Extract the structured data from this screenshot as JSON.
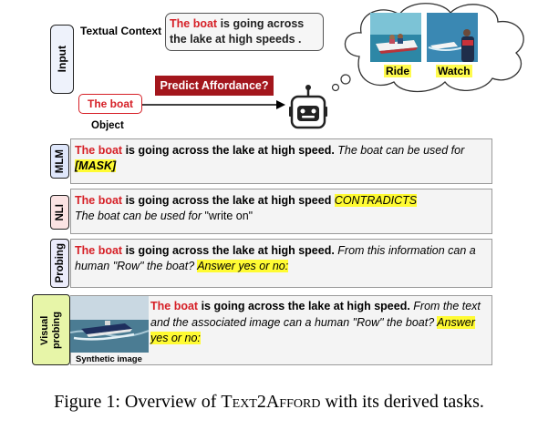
{
  "input": {
    "tag": "Input",
    "textual_context_label": "Textual Context",
    "context_subject": "The boat",
    "context_rest_line1": " is going across",
    "context_line2": "the lake at high speeds .",
    "predict_label": "Predict Affordance?",
    "object_value": "The boat",
    "object_label": "Object"
  },
  "thought": {
    "ride_label": "Ride",
    "watch_label": "Watch"
  },
  "tasks": {
    "mlm": {
      "tag": "MLM",
      "subject": "The boat",
      "sentence": " is going across the lake at high speed.",
      "prompt": " The boat can be used for ",
      "mask": "[MASK]"
    },
    "nli": {
      "tag": "NLI",
      "subject": "The boat",
      "sentence": " is going across the lake at high speed ",
      "label": "CONTRADICTS",
      "hypothesis": "The boat can be used for ",
      "hypothesis_value": "\"write on\""
    },
    "probing": {
      "tag": "Probing",
      "subject": "The boat",
      "sentence": " is going across the lake at high speed.",
      "prompt": " From this information can a human \"Row\" the boat? ",
      "answer": "Answer yes or no:"
    },
    "visual": {
      "tag_line1": "Visual",
      "tag_line2": "probing",
      "subject": "The boat",
      "sentence": " is going across the lake at high speed.",
      "prompt": " From the text and the associated image can a human \"Row\" the boat? ",
      "answer": "Answer yes or no:",
      "image_caption": "Synthetic image"
    }
  },
  "caption": {
    "prefix": "Figure 1: ",
    "text1": "Overview of ",
    "name": "Text2Afford",
    "text2": " with its derived tasks."
  },
  "colors": {
    "subject_red": "#d61f26",
    "predict_bg": "#a3161c",
    "highlight_yellow": "#fffb33",
    "mlm_tag": "#dfe7fb",
    "nli_tag": "#fbe3e3",
    "probing_tag": "#ececfb",
    "visual_tag": "#e7f5a8"
  }
}
